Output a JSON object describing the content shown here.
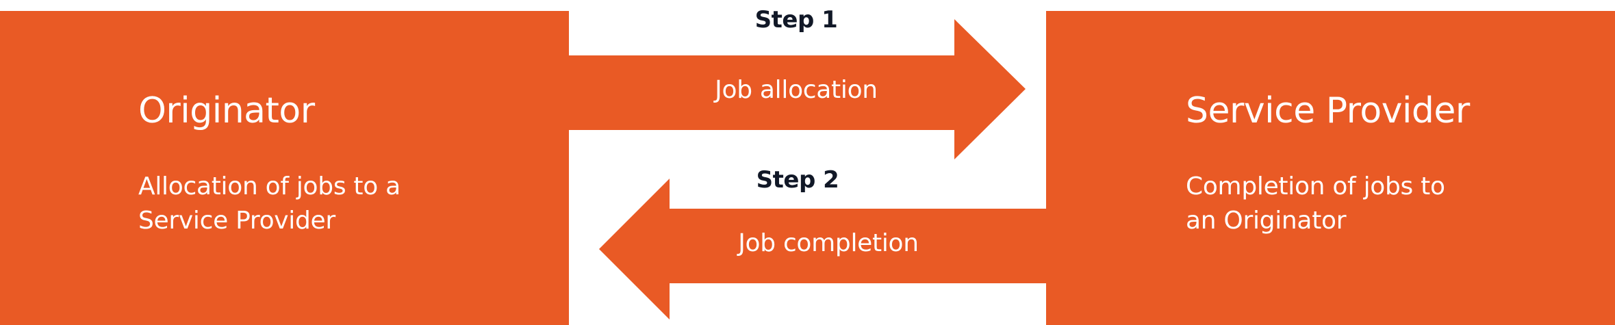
{
  "diagram": {
    "accent_color": "#E95A25",
    "step_text_color": "#111827",
    "originator": {
      "title": "Originator",
      "description_lines": [
        "Allocation of jobs to a",
        "Service Provider"
      ]
    },
    "service_provider": {
      "title": "Service Provider",
      "description_lines": [
        "Completion of jobs to",
        "an Originator"
      ]
    },
    "steps": [
      {
        "label": "Step 1",
        "arrow_text": "Job allocation",
        "direction": "right",
        "from": "Originator",
        "to": "Service Provider"
      },
      {
        "label": "Step 2",
        "arrow_text": "Job completion",
        "direction": "left",
        "from": "Service Provider",
        "to": "Originator"
      }
    ]
  }
}
